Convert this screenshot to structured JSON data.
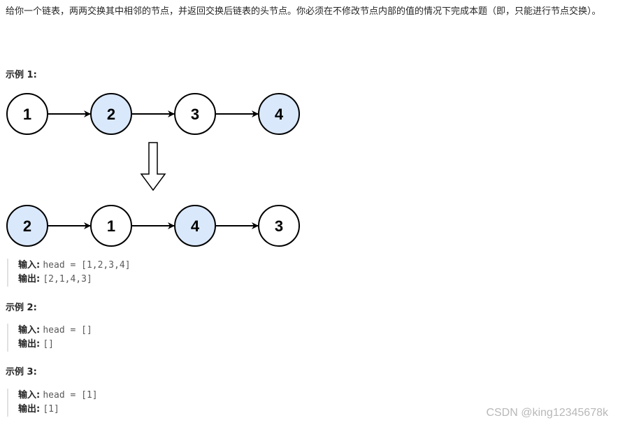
{
  "problem": {
    "description": "给你一个链表，两两交换其中相邻的节点，并返回交换后链表的头节点。你必须在不修改节点内部的值的情况下完成本题（即，只能进行节点交换）。"
  },
  "colors": {
    "highlight_fill": "#dae8fc",
    "plain_fill": "#ffffff",
    "stroke": "#000000"
  },
  "examples": [
    {
      "title": "示例 1:",
      "input_label": "输入:",
      "input_value": "head = [1,2,3,4]",
      "output_label": "输出:",
      "output_value": "[2,1,4,3]",
      "diagram": {
        "before": [
          {
            "value": "1",
            "highlight": false
          },
          {
            "value": "2",
            "highlight": true
          },
          {
            "value": "3",
            "highlight": false
          },
          {
            "value": "4",
            "highlight": true
          }
        ],
        "after": [
          {
            "value": "2",
            "highlight": true
          },
          {
            "value": "1",
            "highlight": false
          },
          {
            "value": "4",
            "highlight": true
          },
          {
            "value": "3",
            "highlight": false
          }
        ]
      }
    },
    {
      "title": "示例 2:",
      "input_label": "输入:",
      "input_value": "head = []",
      "output_label": "输出:",
      "output_value": "[]"
    },
    {
      "title": "示例 3:",
      "input_label": "输入:",
      "input_value": "head = [1]",
      "output_label": "输出:",
      "output_value": "[1]"
    }
  ],
  "watermark": "CSDN @king12345678k"
}
